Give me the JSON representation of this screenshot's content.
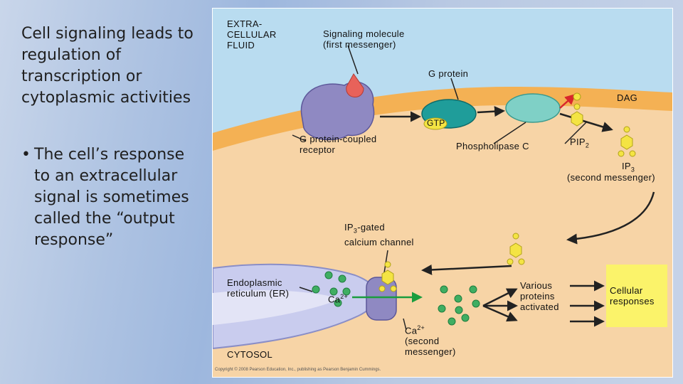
{
  "slide": {
    "title": "Cell signaling leads to regulation of transcription or cytoplasmic activities",
    "bullet": "The cell’s response to an extracellular signal is sometimes called the “output response”",
    "bullet_marker": "•"
  },
  "figure": {
    "labels": {
      "extracellular_fluid": "EXTRA-\nCELLULAR\nFLUID",
      "signaling_molecule": "Signaling molecule\n(first messenger)",
      "g_protein": "G protein",
      "dag": "DAG",
      "gtp": "GTP",
      "gpcr": "G protein-coupled\nreceptor",
      "phospholipase_c": "Phospholipase C",
      "pip2_base": "PIP",
      "pip2_sub": "2",
      "ip3_base": "IP",
      "ip3_sub": "3",
      "ip3_note": "(second messenger)",
      "ip3_channel_sub": "3",
      "ip3_channel_text": "-gated",
      "ip3_channel_line2": "calcium channel",
      "er": "Endoplasmic\nreticulum (ER)",
      "ca_base": "Ca",
      "ca_sup": "2+",
      "ca_second_base": "Ca",
      "ca_second_sup": "2+",
      "ca_second_note": "(second\nmessenger)",
      "various_proteins": "Various\nproteins\nactivated",
      "cellular_responses": "Cellular\nresponses",
      "cytosol": "CYTOSOL",
      "copyright": "Copyright © 2008 Pearson Education, Inc., publishing as Pearson Benjamin Cummings."
    },
    "colors": {
      "extracellular": "#b9dcf0",
      "membrane": "#f4b154",
      "cytosol": "#f7d4a6",
      "receptor": "#8f89c2",
      "signal_molecule": "#e8625a",
      "g_protein": "#1f9d9a",
      "phospholipase": "#7fd0c6",
      "gtp": "#f4e443",
      "ip3": "#f4e443",
      "calcium": "#3fae62",
      "response_box": "#fbf36a",
      "er": "#c9ccee",
      "arrow_red": "#d9262b",
      "arrow_green": "#1a9d3e"
    }
  }
}
